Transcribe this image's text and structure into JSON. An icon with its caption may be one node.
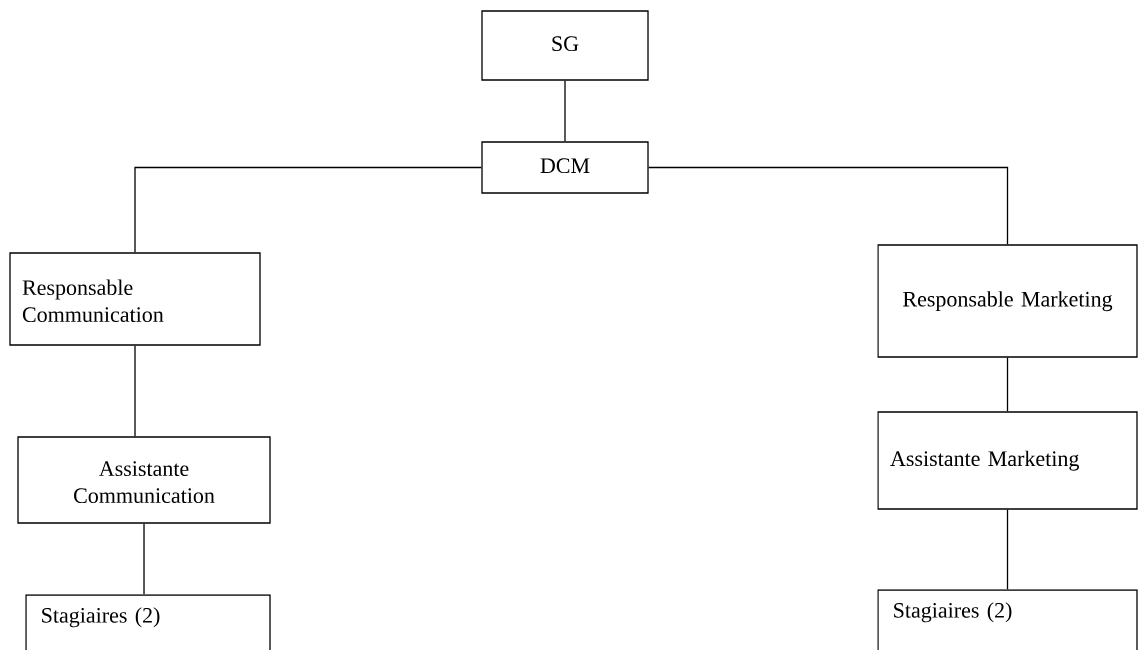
{
  "diagram": {
    "nodes": [
      {
        "text": [
          "SG"
        ]
      },
      {
        "text": [
          "DCM"
        ]
      },
      {
        "text": [
          "Responsable Communication"
        ]
      },
      {
        "text": [
          "Responsable Marketing"
        ]
      },
      {
        "text": [
          "Assistante Communication"
        ]
      },
      {
        "text": [
          "Assistante Marketing"
        ]
      },
      {
        "text": [
          "Stagiaires (2)"
        ]
      },
      {
        "text": [
          "Stagiaires (2)"
        ]
      }
    ],
    "edges": [
      {
        "from": 0,
        "to": 1,
        "arrow": "none"
      },
      {
        "from": 1,
        "to": 2,
        "arrow": "none"
      },
      {
        "from": 1,
        "to": 3,
        "arrow": "none"
      },
      {
        "from": 2,
        "to": 4,
        "arrow": "none"
      },
      {
        "from": 3,
        "to": 5,
        "arrow": "none"
      },
      {
        "from": 4,
        "to": 6,
        "arrow": "none"
      },
      {
        "from": 5,
        "to": 7,
        "arrow": "none"
      }
    ]
  }
}
